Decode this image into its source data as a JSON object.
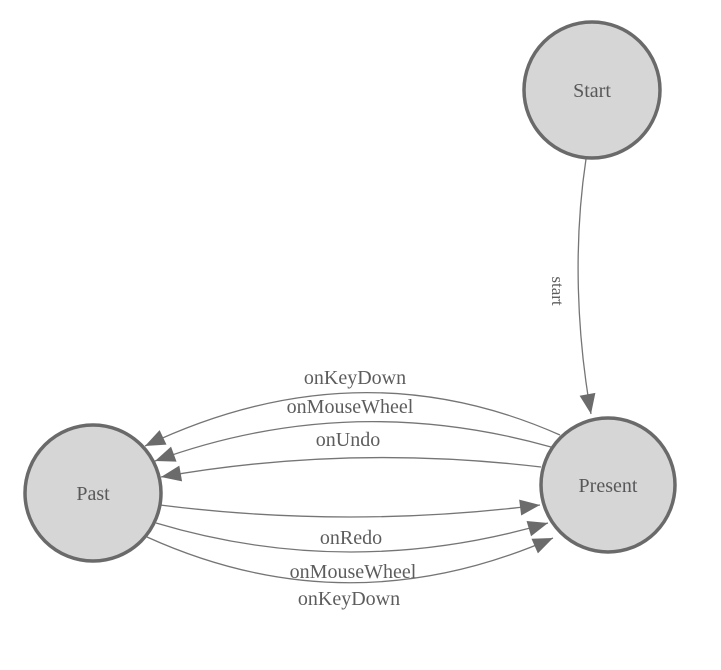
{
  "colors": {
    "background": "#ffffff",
    "node_fill": "#d6d6d6",
    "node_border": "#6a6a6a",
    "edge": "#757575",
    "arrow": "#6b6b6b",
    "node_text": "#58585a",
    "edge_text": "#5d5d5d"
  },
  "nodes": {
    "start": {
      "label": "Start"
    },
    "present": {
      "label": "Present"
    },
    "past": {
      "label": "Past"
    }
  },
  "edges": {
    "start_to_present": {
      "label": "start",
      "from": "Start",
      "to": "Present"
    },
    "present_to_past_keydown": {
      "label": "onKeyDown",
      "from": "Present",
      "to": "Past"
    },
    "present_to_past_mousewheel": {
      "label": "onMouseWheel",
      "from": "Present",
      "to": "Past"
    },
    "present_to_past_undo": {
      "label": "onUndo",
      "from": "Present",
      "to": "Past"
    },
    "past_to_present_redo": {
      "label": "onRedo",
      "from": "Past",
      "to": "Present"
    },
    "past_to_present_mousewheel": {
      "label": "onMouseWheel",
      "from": "Past",
      "to": "Present"
    },
    "past_to_present_keydown": {
      "label": "onKeyDown",
      "from": "Past",
      "to": "Present"
    }
  },
  "icons": {
    "arrowhead": "filled-triangle"
  }
}
